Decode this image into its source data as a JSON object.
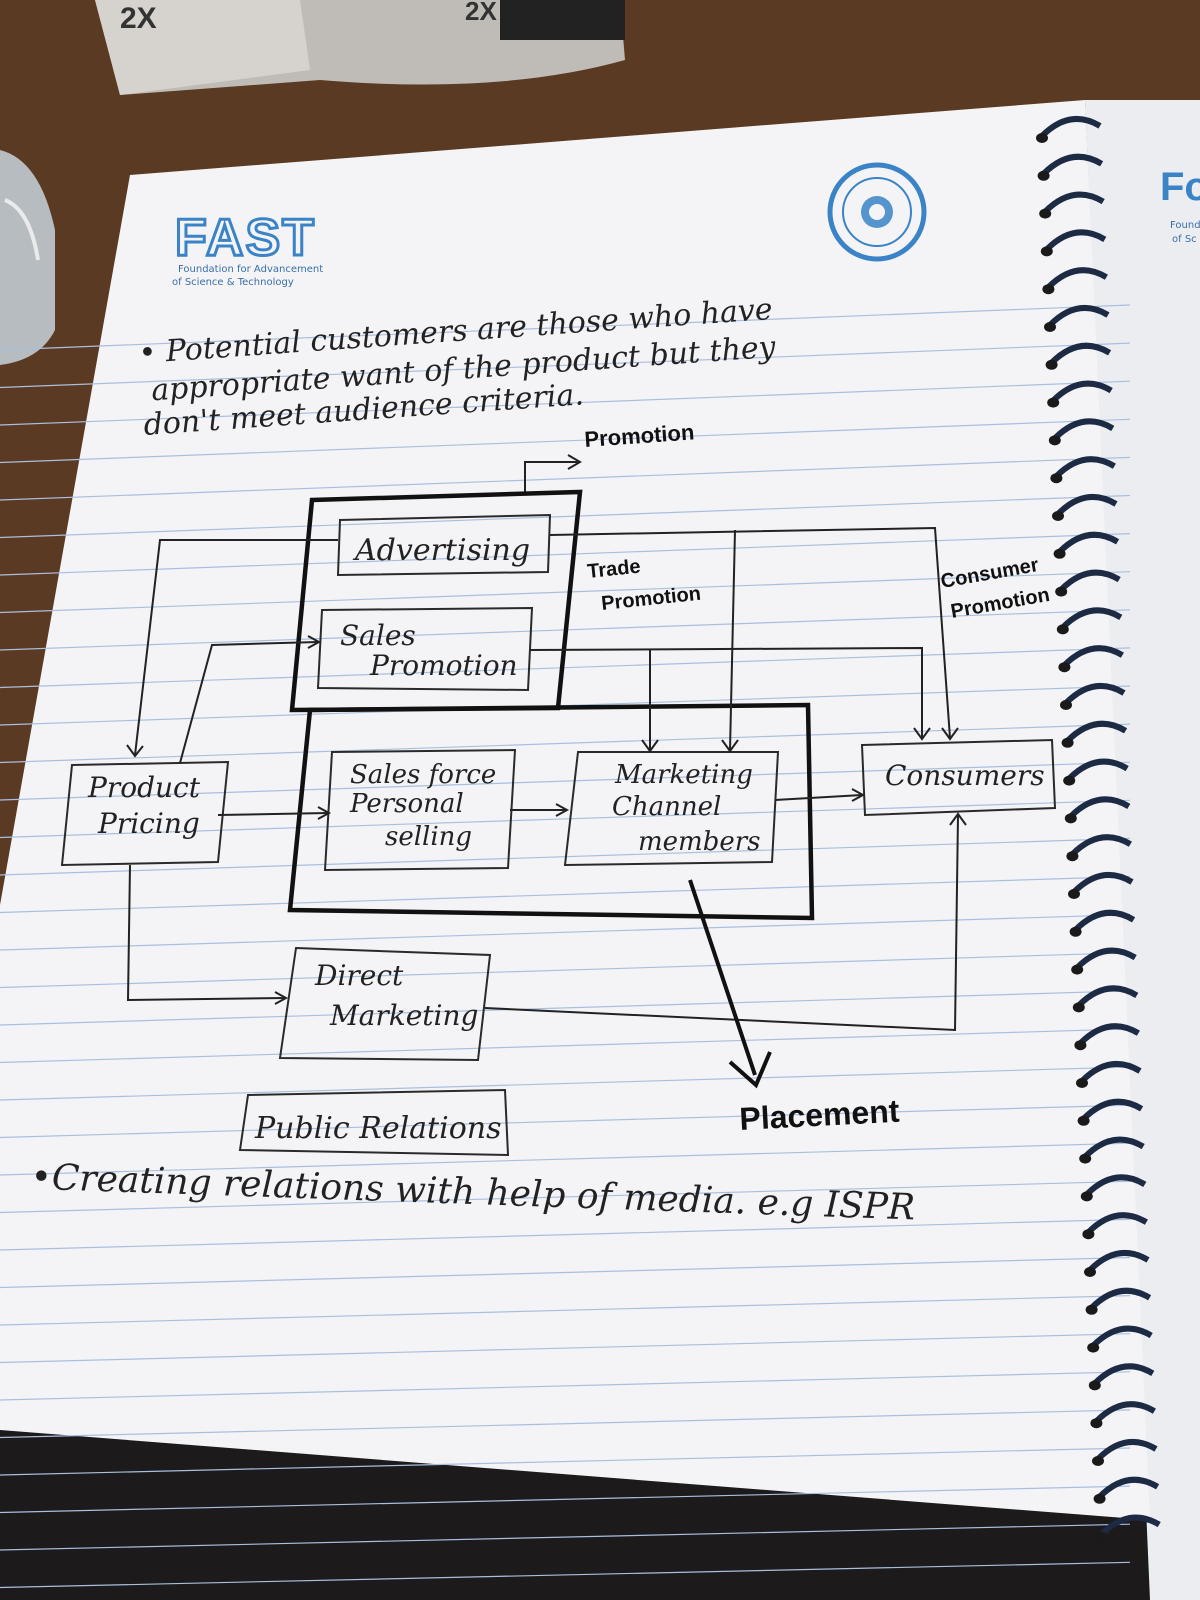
{
  "colors": {
    "desk": "#5a3a22",
    "paper": "#f4f4f7",
    "rule_line": "#a9bfe0",
    "ink": "#222222",
    "logo_blue": "#3a83c6"
  },
  "header": {
    "logo_text": "FAST",
    "logo_sub_line1": "Foundation for Advancement",
    "logo_sub_line2": "of Science & Technology",
    "right_page_logo": "Fo",
    "right_page_sub1": "Founda",
    "right_page_sub2": "of Sc"
  },
  "snack": {
    "label1": "2X",
    "label2": "2X"
  },
  "notes": {
    "bullet_line1": "• Potential customers are those who have",
    "bullet_line2": "appropriate want of the product but they",
    "bullet_line3": "don't meet audience criteria."
  },
  "diagram": {
    "promotion": "Promotion",
    "advertising": "Advertising",
    "sales_promotion_1": "Sales",
    "sales_promotion_2": "Promotion",
    "trade_promotion_1": "Trade",
    "trade_promotion_2": "Promotion",
    "consumer_promotion_1": "Consumer",
    "consumer_promotion_2": "Promotion",
    "product_pricing_1": "Product",
    "product_pricing_2": "Pricing",
    "sales_force_1": "Sales force",
    "sales_force_2": "Personal",
    "sales_force_3": "selling",
    "channel_1": "Marketing",
    "channel_2": "Channel",
    "channel_3": "members",
    "consumers": "Consumers",
    "direct_1": "Direct",
    "direct_2": "Marketing",
    "placement": "Placement",
    "public_relations": "Public Relations"
  },
  "footer_note": "•Creating relations with help of media. e.g ISPR"
}
